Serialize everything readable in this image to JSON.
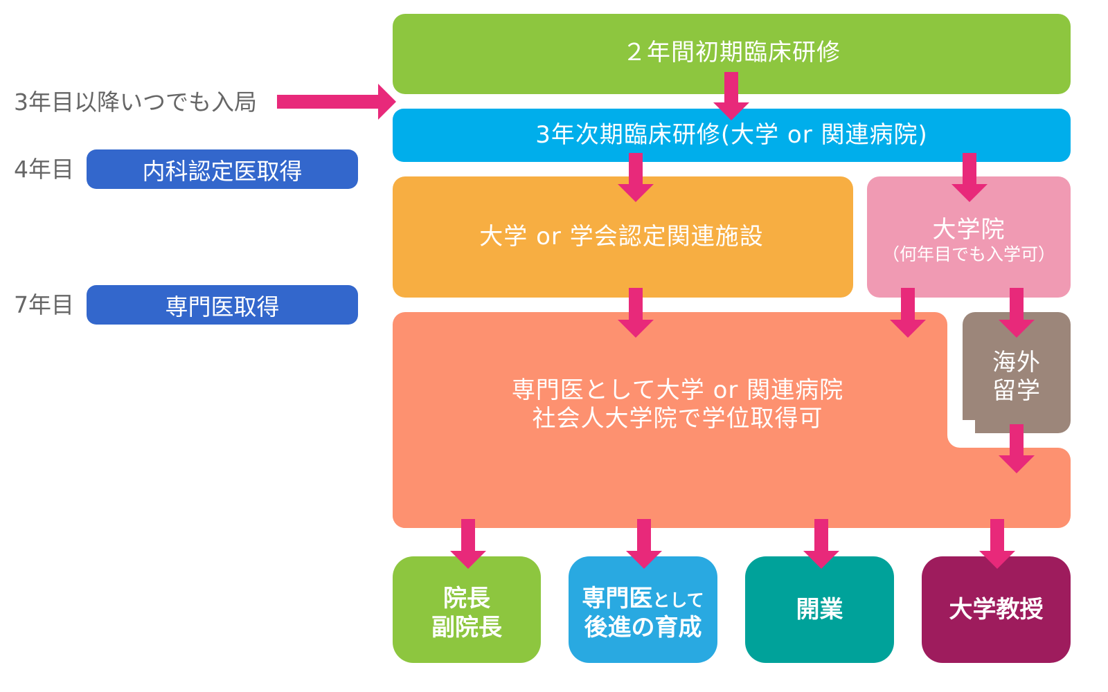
{
  "colors": {
    "arrow": "#e8297a",
    "side_text": "#666666",
    "badge": "#3367cc",
    "initial_training": "#8dc63f",
    "third_year_training": "#00aeeb",
    "affiliated_facility": "#f7ae42",
    "grad_school": "#f09ab3",
    "specialist": "#fd9170",
    "study_abroad": "#9c867a",
    "director": "#8dc63f",
    "mentoring": "#29a9e1",
    "practice": "#00a29a",
    "professor": "#9e1c5d"
  },
  "side": {
    "join_anytime": "3年目以降いつでも入局",
    "year4_label": "4年目",
    "year4_badge": "内科認定医取得",
    "year7_label": "7年目",
    "year7_badge": "専門医取得"
  },
  "flow": {
    "initial_training": "２年間初期臨床研修",
    "third_year_training": "3年次期臨床研修(大学 or 関連病院)",
    "affiliated_facility": "大学 or 学会認定関連施設",
    "grad_school": {
      "title": "大学院",
      "note": "（何年目でも入学可）"
    },
    "specialist": {
      "line1": "専門医として大学 or 関連病院",
      "line2": "社会人大学院で学位取得可"
    },
    "study_abroad": {
      "line1": "海外",
      "line2": "留学"
    }
  },
  "outcomes": [
    {
      "line1": "院長",
      "line2": "副院長"
    },
    {
      "line1_main": "専門医",
      "line1_small": "として",
      "line2": "後進の育成"
    },
    {
      "line1": "開業"
    },
    {
      "line1": "大学教授"
    }
  ]
}
